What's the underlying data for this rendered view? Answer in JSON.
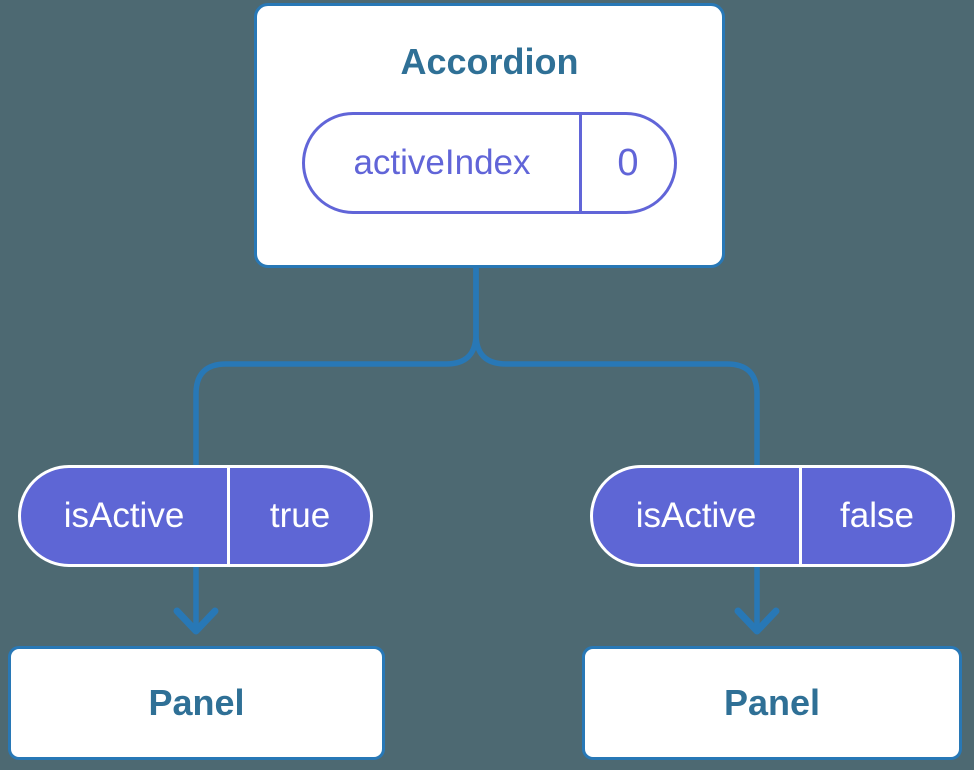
{
  "colors": {
    "bg": "#4D6972",
    "line": "#2878B6",
    "title": "#2F7096",
    "purple": "#6165D8",
    "pillfill": "#5E66D5",
    "pilltext": "#FFFFFF",
    "card": "#FFFFFF"
  },
  "tree": {
    "root": {
      "title": "Accordion",
      "state": {
        "name": "activeIndex",
        "value": "0"
      }
    },
    "branches": [
      {
        "prop": {
          "name": "isActive",
          "value": "true"
        },
        "child": {
          "title": "Panel"
        }
      },
      {
        "prop": {
          "name": "isActive",
          "value": "false"
        },
        "child": {
          "title": "Panel"
        }
      }
    ]
  }
}
